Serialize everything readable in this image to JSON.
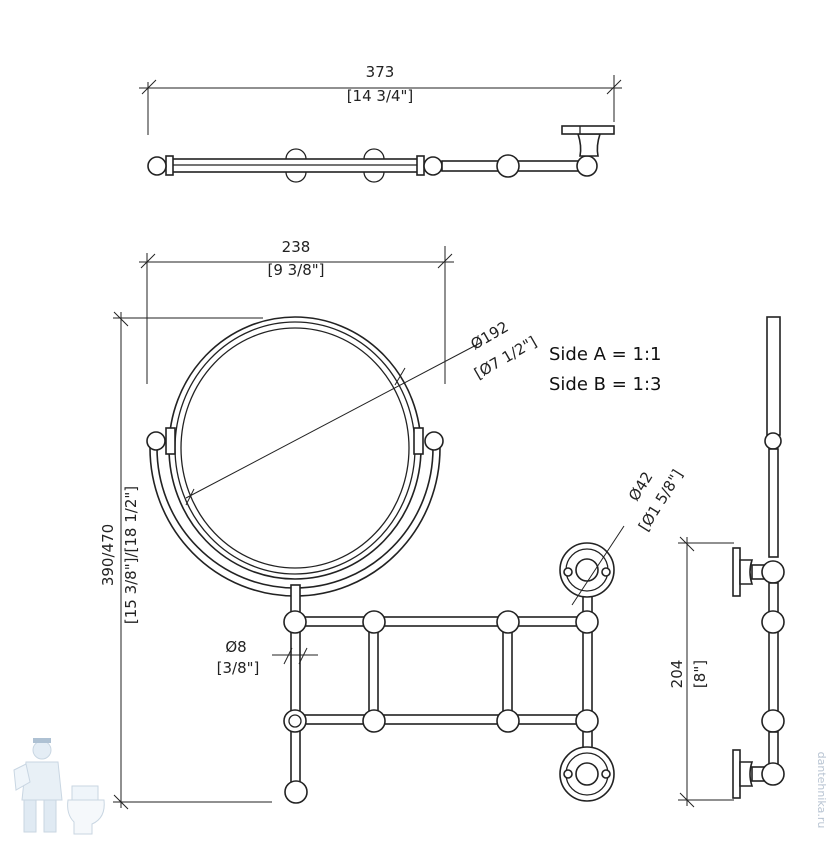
{
  "dimensions": {
    "overall_width": {
      "mm": "373",
      "inch": "[14 3/4\"]"
    },
    "mirror_width": {
      "mm": "238",
      "inch": "[9 3/8\"]"
    },
    "mirror_diameter": {
      "mm": "Ø192",
      "inch": "[Ø7 1/2\"]"
    },
    "height": {
      "mm": "390/470",
      "inch": "[15 3/8\"]/[18 1/2\"]"
    },
    "rod_diameter": {
      "mm": "Ø8",
      "inch": "[3/8\"]"
    },
    "flange_diameter": {
      "mm": "Ø42",
      "inch": "[Ø1 5/8\"]"
    },
    "mount_spacing": {
      "mm": "204",
      "inch": "[8\"]"
    }
  },
  "notes": {
    "side_a": "Side A = 1:1",
    "side_b": "Side B = 1:3"
  },
  "watermark": {
    "text": "dantehnika.ru"
  }
}
